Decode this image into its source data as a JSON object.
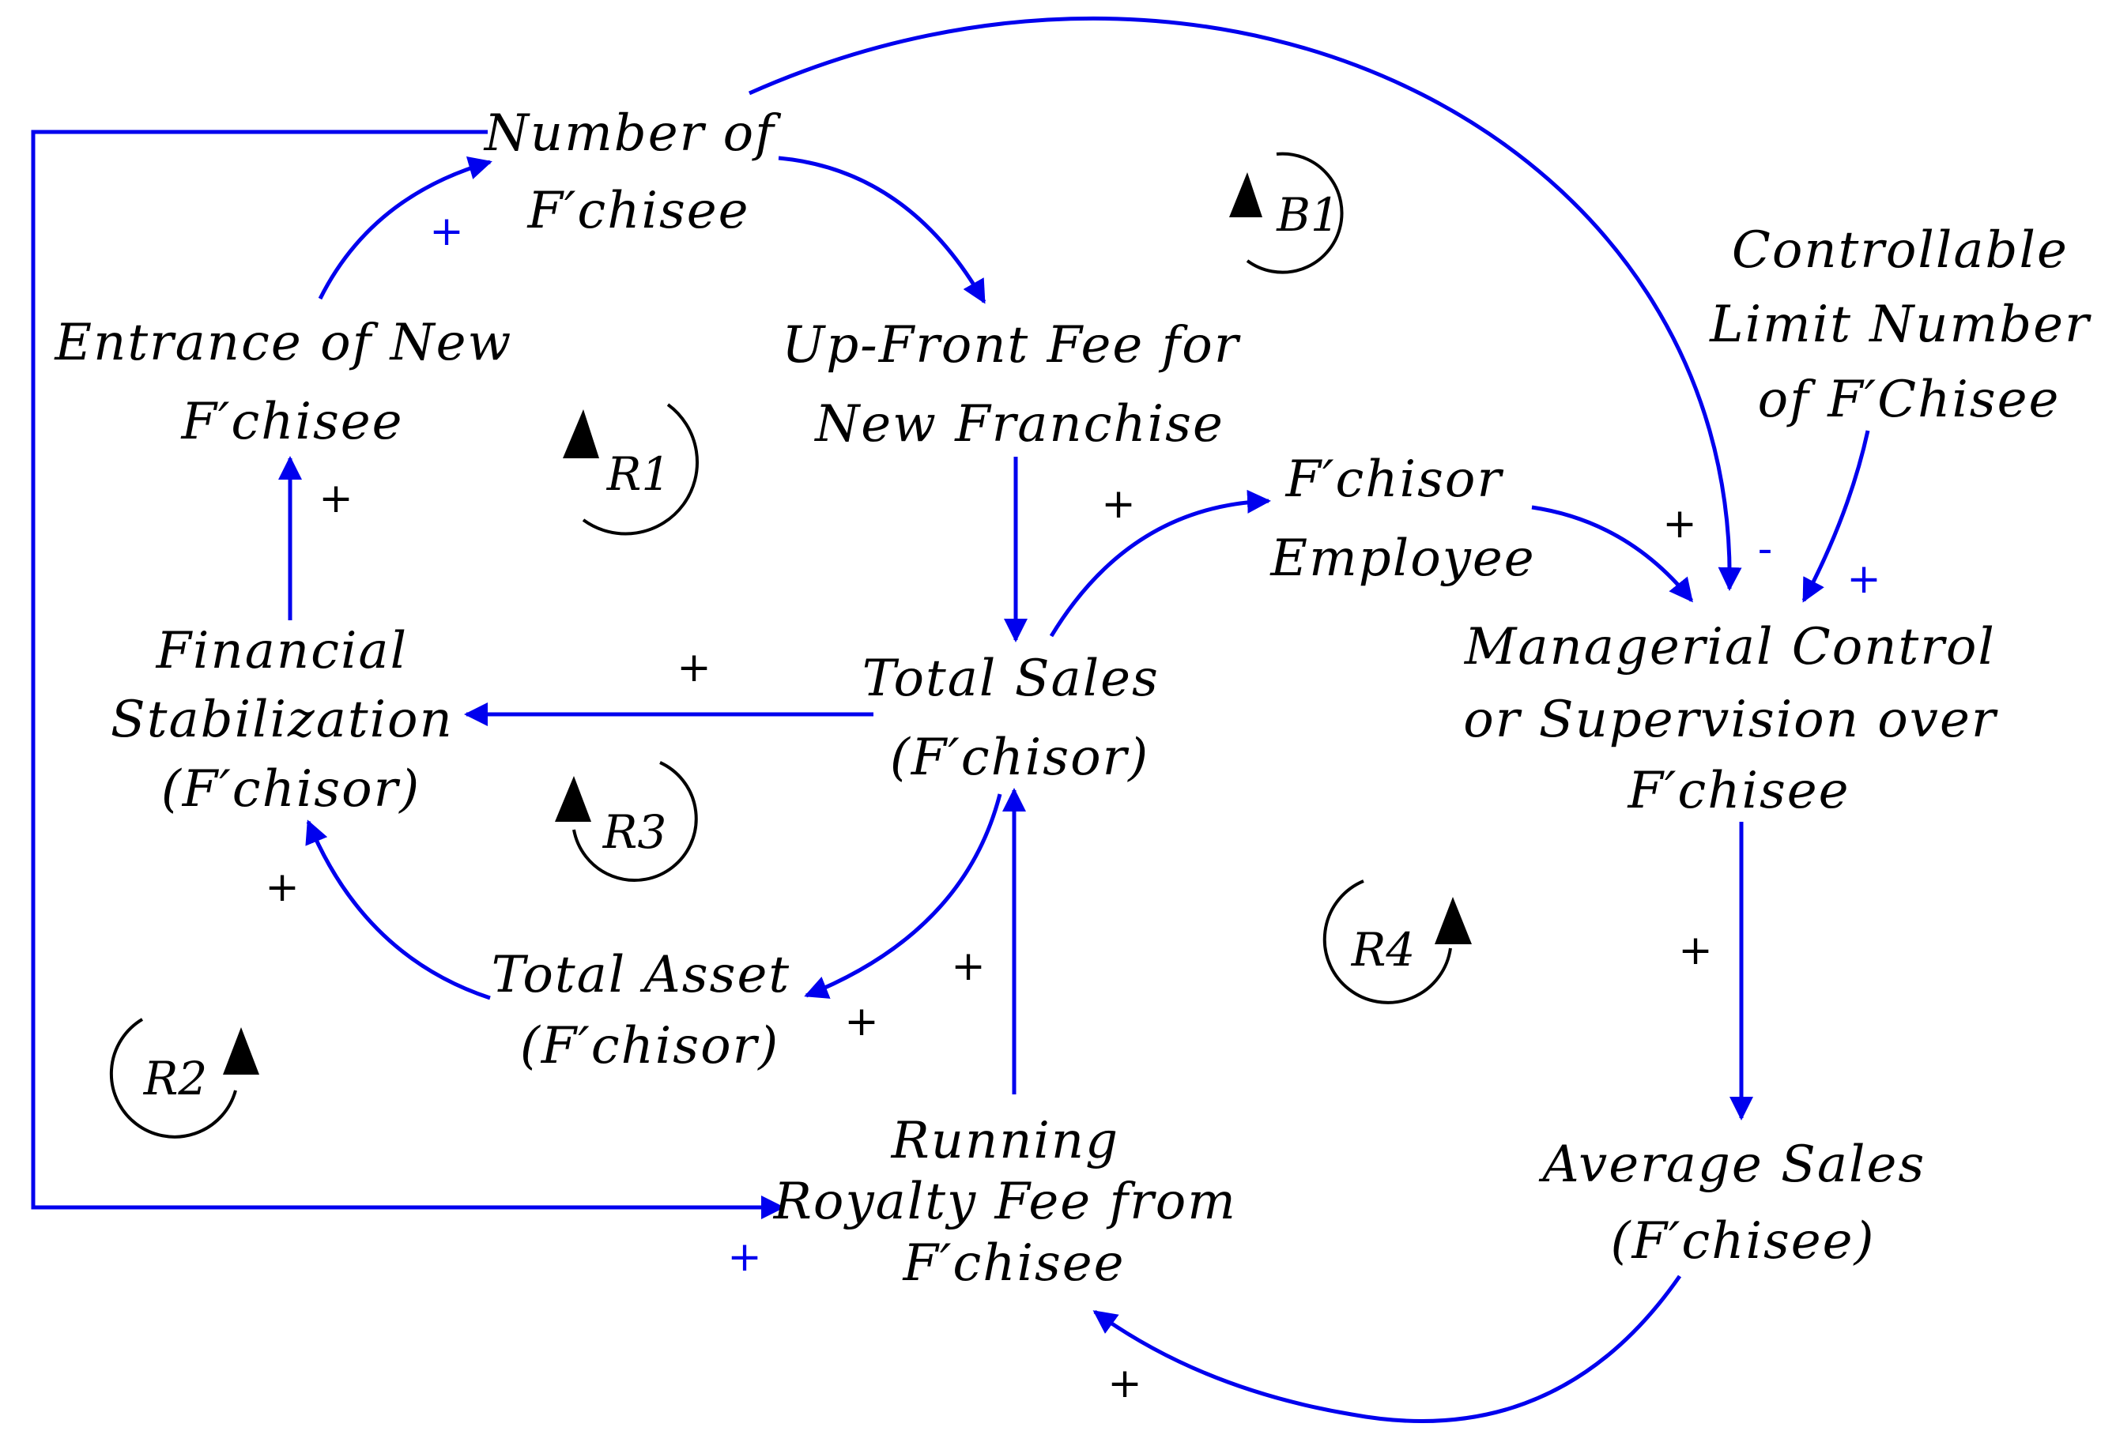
{
  "colors": {
    "link": "#0000ee",
    "text": "#000000",
    "background": "#ffffff"
  },
  "nodes": {
    "number_of_fchisee": [
      "Number of",
      "F′chisee"
    ],
    "entrance_new_fchisee": [
      "Entrance of New",
      "F′chisee"
    ],
    "up_front_fee": [
      "Up-Front Fee for",
      "New Franchise"
    ],
    "controllable_limit": [
      "Controllable",
      "Limit Number",
      "of F′Chisee"
    ],
    "fchisor_employee": [
      "F′chisor",
      "Employee"
    ],
    "financial_stabilization": [
      "Financial",
      "Stabilization",
      "(F′chisor)"
    ],
    "total_sales": [
      "Total Sales",
      "(F′chisor)"
    ],
    "managerial_control": [
      "Managerial Control",
      "or Supervision over",
      "F′chisee"
    ],
    "total_asset": [
      "Total Asset",
      "(F′chisor)"
    ],
    "running_royalty": [
      "Running",
      "Royalty Fee from",
      "F′chisee"
    ],
    "average_sales": [
      "Average Sales",
      "(F′chisee)"
    ]
  },
  "loops": {
    "r1": "R1",
    "r2": "R2",
    "r3": "R3",
    "r4": "R4",
    "b1": "B1"
  },
  "polarities": {
    "entrance_to_number": "+",
    "fin_to_entrance": "+",
    "sales_to_employee": "+",
    "sales_to_fin": "+",
    "asset_to_fin": "+",
    "sales_to_asset": "+",
    "royalty_to_sales": "+",
    "employee_to_mgr": "+",
    "number_to_mgr": "-",
    "limit_to_mgr": "+",
    "mgr_to_avg": "+",
    "avg_to_royalty": "+",
    "number_to_royalty": "+"
  }
}
